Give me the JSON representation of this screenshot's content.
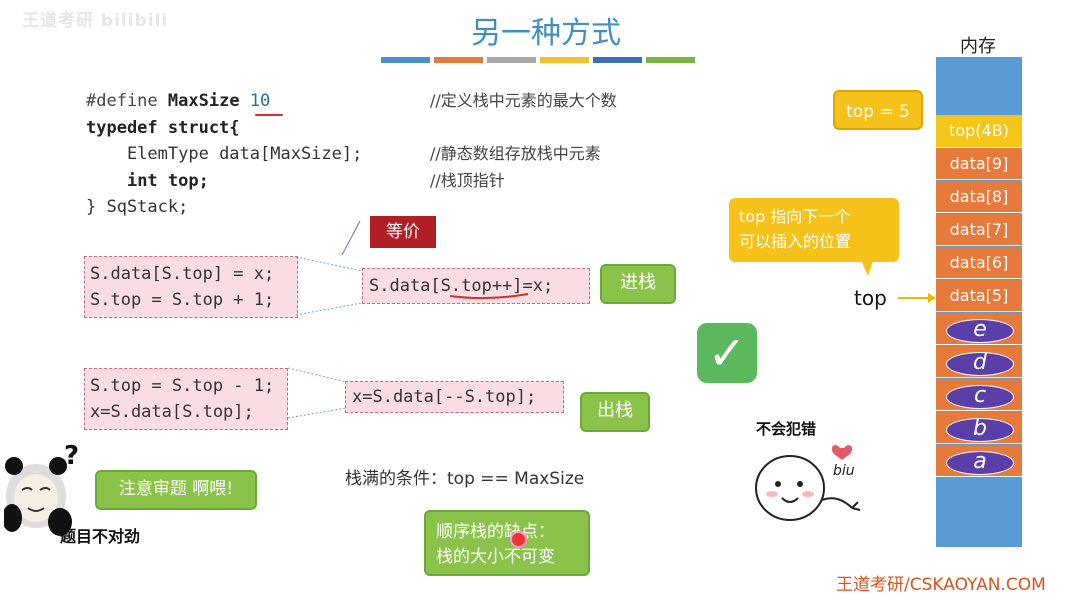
{
  "watermark": "王道考研 bilibili",
  "title": "另一种方式",
  "title_bar_colors": [
    "#4a90c9",
    "#e07b3c",
    "#a9a9a9",
    "#f2c12e",
    "#3b6fb6",
    "#7cb342"
  ],
  "code": {
    "line1_kw": "#define",
    "line1_name": "MaxSize",
    "line1_num": "10",
    "line1_comment": "//定义栈中元素的最大个数",
    "line2": "typedef struct{",
    "line3_code": "ElemType data[MaxSize];",
    "line3_comment": "//静态数组存放栈中元素",
    "line4_code": "int top;",
    "line4_comment": "//栈顶指针",
    "line5": "} SqStack;"
  },
  "push": {
    "original_line1": "S.data[S.top] = x;",
    "original_line2": "S.top = S.top + 1;",
    "equivalent_label": "等价",
    "combined": "S.data[S.top++]=x;",
    "label": "进栈"
  },
  "pop": {
    "original_line1": "S.top = S.top - 1;",
    "original_line2": "x=S.data[S.top];",
    "combined": "x=S.data[--S.top];",
    "label": "出栈"
  },
  "full_condition": "栈满的条件：top == MaxSize",
  "drawback": {
    "line1": "顺序栈的缺点：",
    "line2": "栈的大小不可变"
  },
  "warning_note": "注意审题 啊喂!",
  "meme_caption": "题目不对劲",
  "no_mistake": "不会犯错",
  "biu": "biu",
  "memory": {
    "label": "内存",
    "top_value_box": "top = 5",
    "top_cell": "top(4B)",
    "cells": [
      "data[9]",
      "data[8]",
      "data[7]",
      "data[6]",
      "data[5]"
    ],
    "elements": [
      "e",
      "d",
      "c",
      "b",
      "a"
    ],
    "pointer_label": "top",
    "tip_line1": "top 指向下一个",
    "tip_line2": "可以插入的位置"
  },
  "footer": "王道考研/CSKAOYAN.COM"
}
